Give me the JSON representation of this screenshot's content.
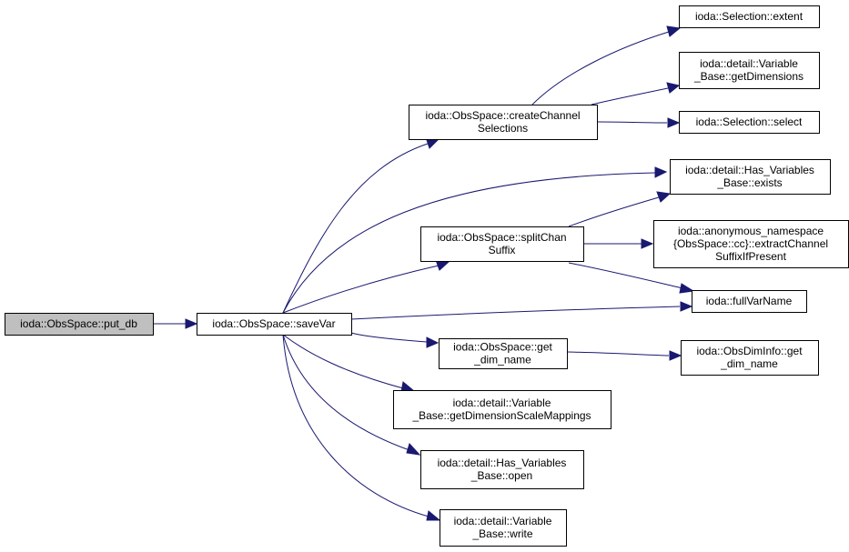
{
  "nodes": [
    {
      "id": "put_db",
      "lines": [
        "ioda::ObsSpace::put_db"
      ],
      "root": true
    },
    {
      "id": "saveVar",
      "lines": [
        "ioda::ObsSpace::saveVar"
      ]
    },
    {
      "id": "createChannelSelections",
      "lines": [
        "ioda::ObsSpace::createChannel",
        "Selections"
      ]
    },
    {
      "id": "extent",
      "lines": [
        "ioda::Selection::extent"
      ]
    },
    {
      "id": "getDimensions",
      "lines": [
        "ioda::detail::Variable",
        "_Base::getDimensions"
      ]
    },
    {
      "id": "select",
      "lines": [
        "ioda::Selection::select"
      ]
    },
    {
      "id": "exists",
      "lines": [
        "ioda::detail::Has_Variables",
        "_Base::exists"
      ]
    },
    {
      "id": "splitChanSuffix",
      "lines": [
        "ioda::ObsSpace::splitChan",
        "Suffix"
      ]
    },
    {
      "id": "extractChannelSuffixIfPresent",
      "lines": [
        "ioda::anonymous_namespace",
        "{ObsSpace::cc}::extractChannel",
        "SuffixIfPresent"
      ]
    },
    {
      "id": "fullVarName",
      "lines": [
        "ioda::fullVarName"
      ]
    },
    {
      "id": "get_dim_name",
      "lines": [
        "ioda::ObsSpace::get",
        "_dim_name"
      ]
    },
    {
      "id": "obsdim_get_dim_name",
      "lines": [
        "ioda::ObsDimInfo::get",
        "_dim_name"
      ]
    },
    {
      "id": "getDimensionScaleMappings",
      "lines": [
        "ioda::detail::Variable",
        "_Base::getDimensionScaleMappings"
      ]
    },
    {
      "id": "open",
      "lines": [
        "ioda::detail::Has_Variables",
        "_Base::open"
      ]
    },
    {
      "id": "write",
      "lines": [
        "ioda::detail::Variable",
        "_Base::write"
      ]
    }
  ],
  "edges": [
    {
      "from": "put_db",
      "to": "saveVar"
    },
    {
      "from": "saveVar",
      "to": "createChannelSelections"
    },
    {
      "from": "saveVar",
      "to": "exists"
    },
    {
      "from": "saveVar",
      "to": "splitChanSuffix"
    },
    {
      "from": "saveVar",
      "to": "fullVarName"
    },
    {
      "from": "saveVar",
      "to": "get_dim_name"
    },
    {
      "from": "saveVar",
      "to": "getDimensionScaleMappings"
    },
    {
      "from": "saveVar",
      "to": "open"
    },
    {
      "from": "saveVar",
      "to": "write"
    },
    {
      "from": "createChannelSelections",
      "to": "extent"
    },
    {
      "from": "createChannelSelections",
      "to": "getDimensions"
    },
    {
      "from": "createChannelSelections",
      "to": "select"
    },
    {
      "from": "splitChanSuffix",
      "to": "exists"
    },
    {
      "from": "splitChanSuffix",
      "to": "extractChannelSuffixIfPresent"
    },
    {
      "from": "splitChanSuffix",
      "to": "fullVarName"
    },
    {
      "from": "get_dim_name",
      "to": "obsdim_get_dim_name"
    }
  ],
  "colors": {
    "edge": "#191970",
    "root_fill": "#bfbfbf",
    "node_fill": "#ffffff",
    "node_border": "#000000"
  }
}
